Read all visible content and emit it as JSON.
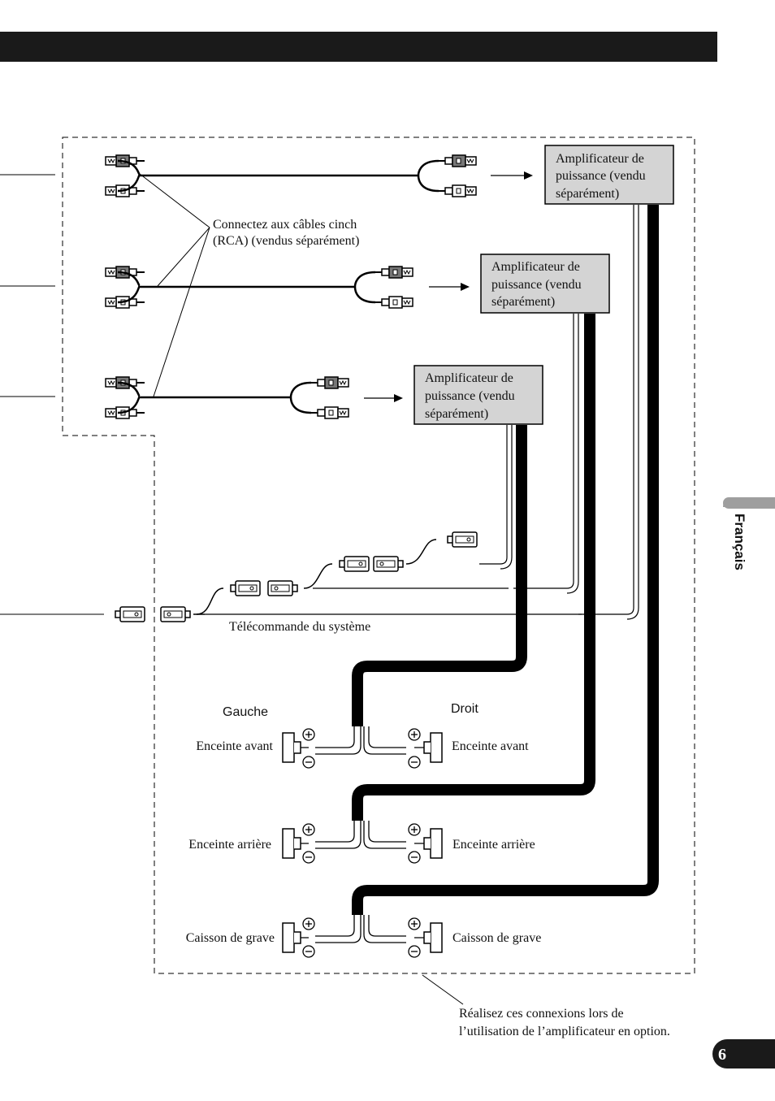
{
  "colors": {
    "header_bar": "#1a1a1a",
    "amp_box_fill": "#d4d4d4",
    "side_tab": "#9e9e9e",
    "page_badge": "#1a1a1a",
    "cable": "#000000"
  },
  "language_tab": "Français",
  "page_number": "6",
  "rca_callout": [
    "Connectez aux câbles cinch",
    "(RCA) (vendus séparément)"
  ],
  "amplifier_label": [
    "Amplificateur de",
    "puissance (vendu",
    "séparément)"
  ],
  "remote_label": "Télécommande du système",
  "left_label": "Gauche",
  "right_label": "Droit",
  "speakers": {
    "front": "Enceinte avant",
    "rear": "Enceinte arrière",
    "sub": "Caisson de grave"
  },
  "footnote": [
    "Réalisez ces connexions lors de",
    "l’utilisation de l’amplificateur en option."
  ],
  "icons": {
    "rca_plug": "rca-plug-icon",
    "spade_connector": "spade-connector-icon",
    "speaker": "speaker-icon",
    "plus": "plus-terminal-icon",
    "minus": "minus-terminal-icon",
    "arrow": "arrow-right-icon"
  }
}
